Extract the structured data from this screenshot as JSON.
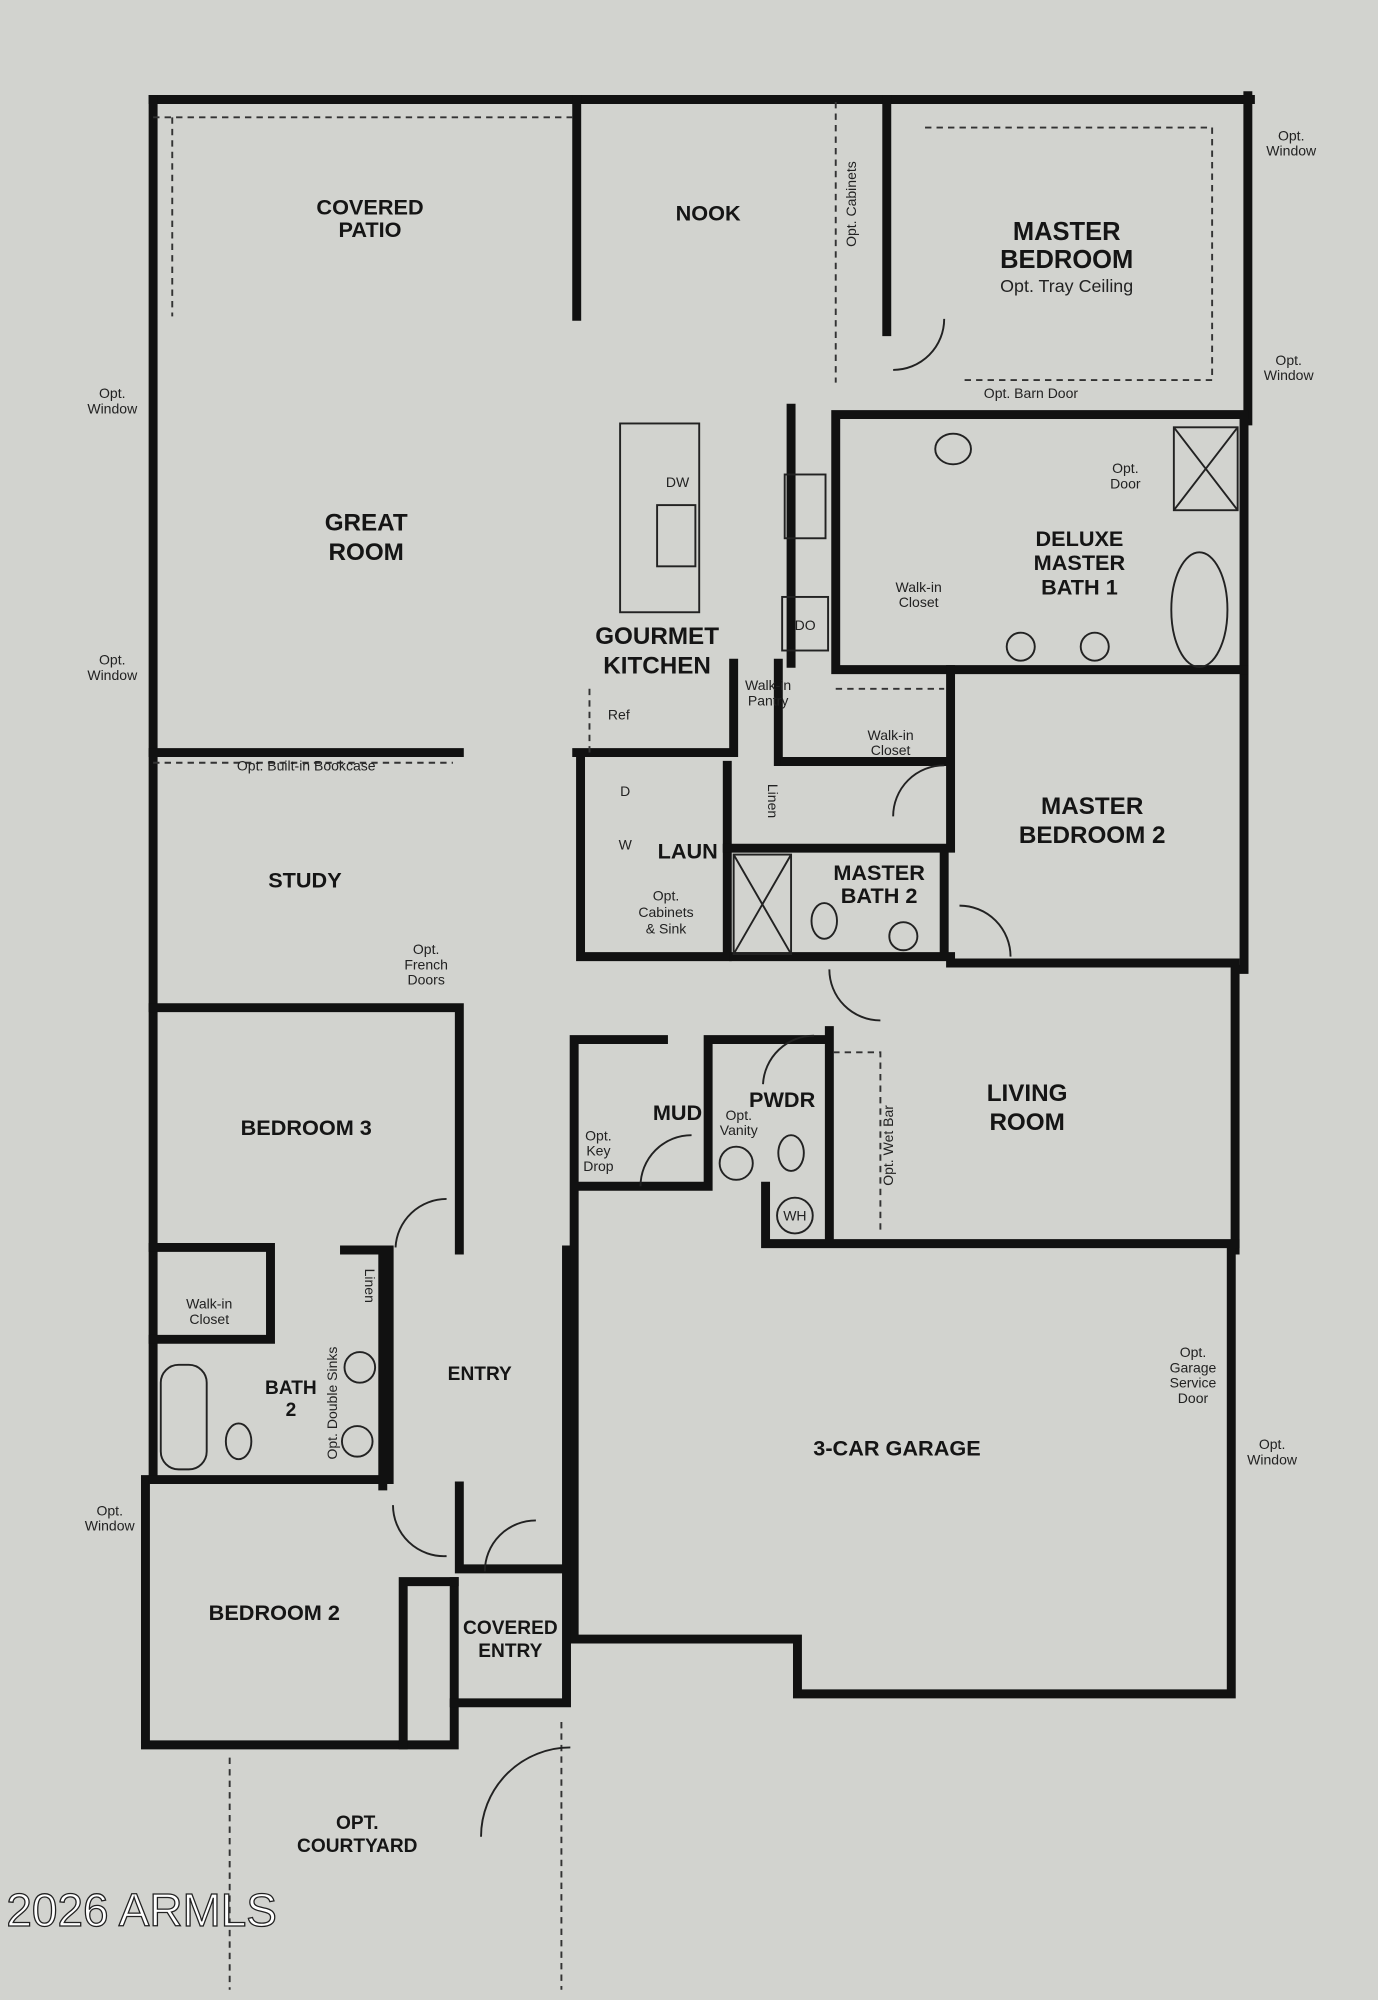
{
  "rooms": {
    "covered_patio": [
      "COVERED",
      "PATIO"
    ],
    "nook": [
      "NOOK"
    ],
    "master_bedroom": [
      "MASTER",
      "BEDROOM",
      "Opt. Tray Ceiling"
    ],
    "great_room": [
      "GREAT",
      "ROOM"
    ],
    "gourmet_kitchen": [
      "GOURMET",
      "KITCHEN"
    ],
    "deluxe_master_bath": [
      "DELUXE",
      "MASTER",
      "BATH 1"
    ],
    "study": [
      "STUDY"
    ],
    "laundry": [
      "LAUN"
    ],
    "master_bedroom_2": [
      "MASTER",
      "BEDROOM 2"
    ],
    "master_bath_2": [
      "MASTER",
      "BATH 2"
    ],
    "living_room": [
      "LIVING",
      "ROOM"
    ],
    "bedroom_3": [
      "BEDROOM 3"
    ],
    "mud": [
      "MUD"
    ],
    "powder": [
      "PWDR"
    ],
    "bath_2": [
      "BATH",
      "2"
    ],
    "entry": [
      "ENTRY"
    ],
    "garage": [
      "3-CAR GARAGE"
    ],
    "bedroom_2": [
      "BEDROOM 2"
    ],
    "covered_entry": [
      "COVERED",
      "ENTRY"
    ],
    "courtyard": [
      "OPT.",
      "COURTYARD"
    ]
  },
  "notes": {
    "opt_cabinets_nook": "Opt. Cabinets",
    "opt_window": [
      "Opt.",
      "Window"
    ],
    "opt_barn_door": "Opt. Barn Door",
    "dw": "DW",
    "do": "DO",
    "walkin_closet": [
      "Walk-in",
      "Closet"
    ],
    "opt_door": [
      "Opt.",
      "Door"
    ],
    "walkin_pantry": [
      "Walk-in",
      "Pantry"
    ],
    "ref": "Ref",
    "bookcase": "Opt. Built-in Bookcase",
    "dryer": "D",
    "washer": "W",
    "linen": "Linen",
    "opt_cabinets_sink": [
      "Opt.",
      "Cabinets",
      "& Sink"
    ],
    "french_doors": [
      "Opt.",
      "French",
      "Doors"
    ],
    "opt_vanity": [
      "Opt.",
      "Vanity"
    ],
    "key_drop": [
      "Opt.",
      "Key",
      "Drop"
    ],
    "wet_bar": "Opt. Wet Bar",
    "wh": "WH",
    "double_sinks": "Opt. Double Sinks",
    "garage_door": [
      "Opt.",
      "Garage",
      "Service",
      "Door"
    ]
  },
  "watermark": "2026 ARMLS"
}
